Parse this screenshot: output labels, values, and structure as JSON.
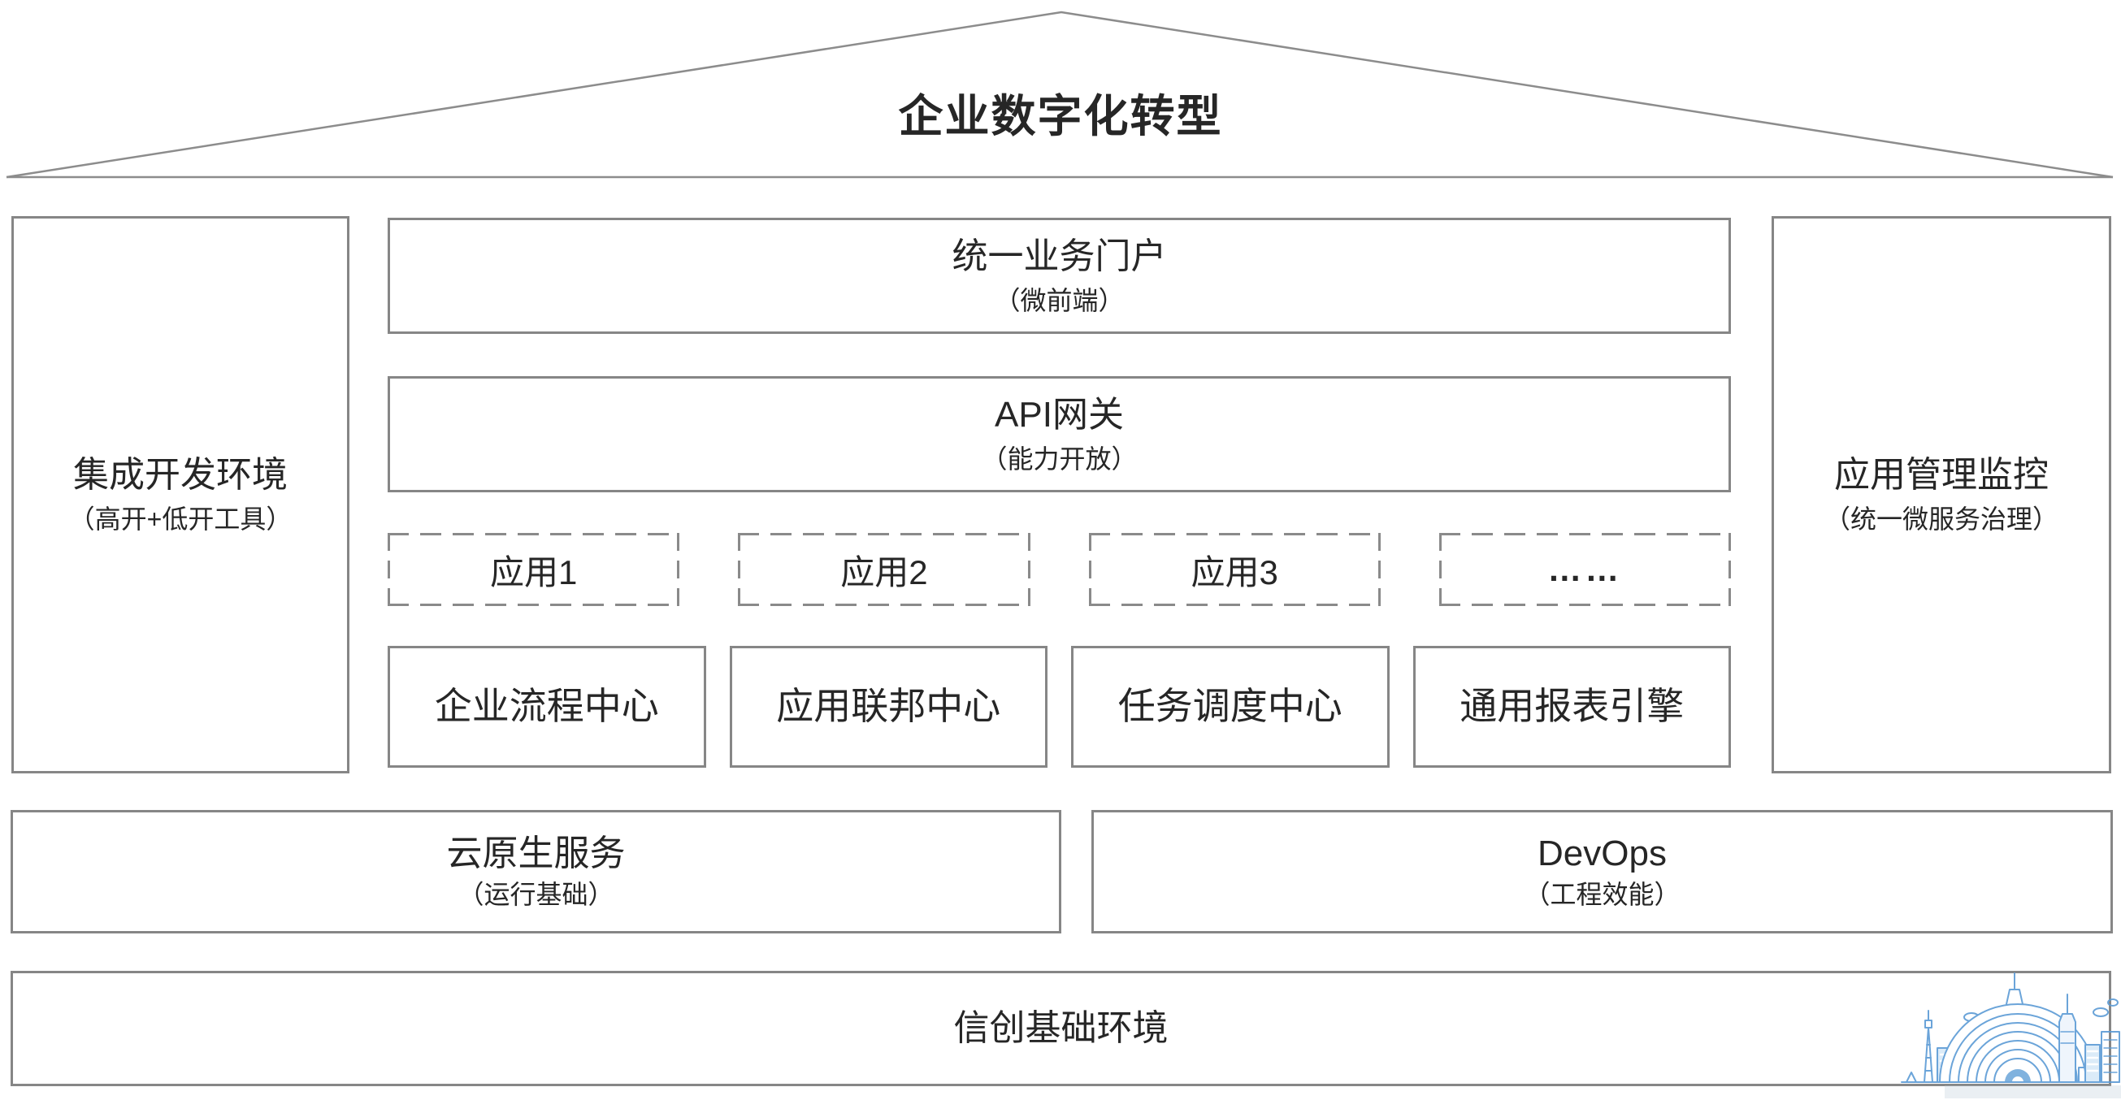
{
  "roof": {
    "title": "企业数字化转型"
  },
  "left_pillar": {
    "title": "集成开发环境",
    "subtitle": "（高开+低开工具）"
  },
  "right_pillar": {
    "title": "应用管理监控",
    "subtitle": "（统一微服务治理）"
  },
  "portal": {
    "title": "统一业务门户",
    "subtitle": "（微前端）"
  },
  "gateway": {
    "title": "API网关",
    "subtitle": "（能力开放）"
  },
  "apps": [
    {
      "label": "应用1"
    },
    {
      "label": "应用2"
    },
    {
      "label": "应用3"
    },
    {
      "label": "……"
    }
  ],
  "centers": [
    {
      "label": "企业流程中心"
    },
    {
      "label": "应用联邦中心"
    },
    {
      "label": "任务调度中心"
    },
    {
      "label": "通用报表引擎"
    }
  ],
  "foundation": [
    {
      "title": "云原生服务",
      "subtitle": "（运行基础）"
    },
    {
      "title": "DevOps",
      "subtitle": "（工程效能）"
    }
  ],
  "base": {
    "title": "信创基础环境"
  },
  "icons": {
    "watermark": "city-skyline-watermark"
  },
  "colors": {
    "line": "#8c8c8c",
    "border": "#868686",
    "text": "#262626",
    "watermark_blue": "#5b9bd5"
  }
}
